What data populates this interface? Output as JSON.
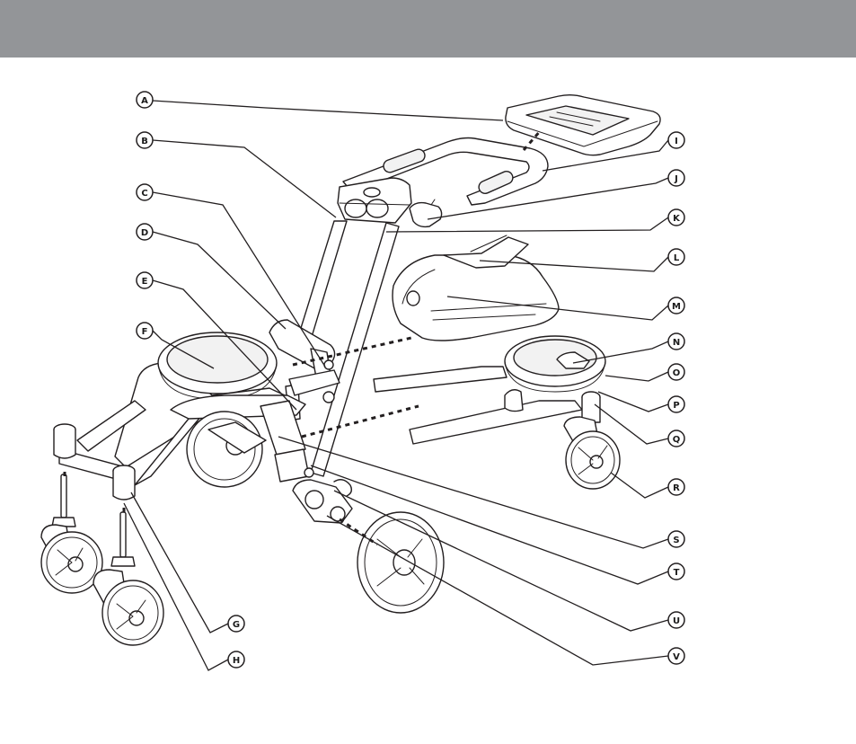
{
  "colors": {
    "header_band": "#939598",
    "line": "#231f20",
    "background": "#ffffff"
  },
  "callouts": {
    "A": "A",
    "B": "B",
    "C": "C",
    "D": "D",
    "E": "E",
    "F": "F",
    "G": "G",
    "H": "H",
    "I": "I",
    "J": "J",
    "K": "K",
    "L": "L",
    "M": "M",
    "N": "N",
    "O": "O",
    "P": "P",
    "Q": "Q",
    "R": "R",
    "S": "S",
    "T": "T",
    "U": "U",
    "V": "V"
  }
}
